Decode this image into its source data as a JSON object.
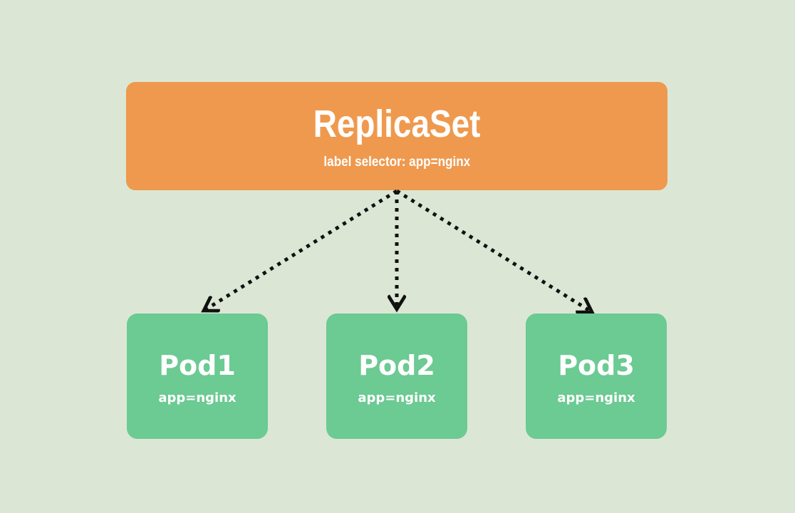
{
  "diagram": {
    "background_color": "#dbe7d4",
    "arrow_color": "#111111",
    "replicaset": {
      "title": "ReplicaSet",
      "subtitle": "label selector: app=nginx",
      "color": "#ef994e"
    },
    "pod_color": "#6cca93",
    "pods": [
      {
        "title": "Pod1",
        "label": "app=nginx"
      },
      {
        "title": "Pod2",
        "label": "app=nginx"
      },
      {
        "title": "Pod3",
        "label": "app=nginx"
      }
    ]
  }
}
